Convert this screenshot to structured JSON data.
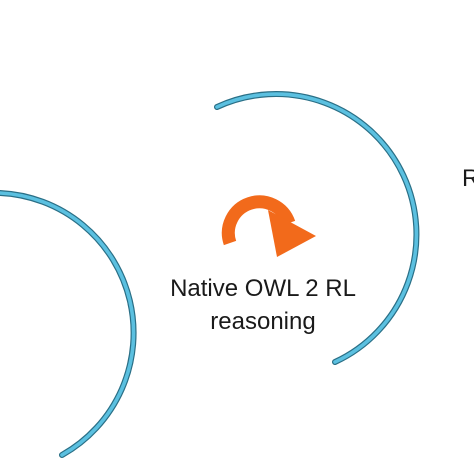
{
  "diagram": {
    "center_label": {
      "line1": "Native OWL 2 RL",
      "line2": "reasoning"
    },
    "edge_label": "R",
    "colors": {
      "arc_fill": "#5bc0e0",
      "arc_stroke": "#2a6f86",
      "cycle_icon": "#f26a1b",
      "text": "#1a1a1a"
    },
    "icons": [
      "cycle-arrow-icon"
    ]
  }
}
